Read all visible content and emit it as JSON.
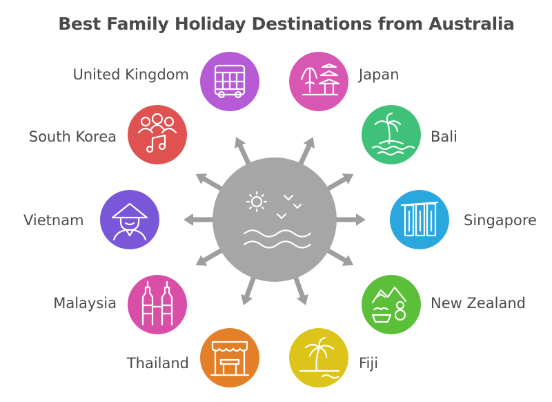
{
  "title": "Best Family Holiday Destinations from Australia",
  "destinations": [
    {
      "label": "United Kingdom",
      "color": "#b65bd6",
      "icon": "double-decker-bus-icon"
    },
    {
      "label": "Japan",
      "color": "#d857b3",
      "icon": "pagoda-tree-icon"
    },
    {
      "label": "South Korea",
      "color": "#e05252",
      "icon": "family-music-icon"
    },
    {
      "label": "Bali",
      "color": "#3fc17a",
      "icon": "palm-island-icon"
    },
    {
      "label": "Vietnam",
      "color": "#7a57d8",
      "icon": "conical-hat-person-icon"
    },
    {
      "label": "Singapore",
      "color": "#2aa7dd",
      "icon": "marina-bay-sands-icon"
    },
    {
      "label": "Malaysia",
      "color": "#d94fa8",
      "icon": "twin-towers-icon"
    },
    {
      "label": "New Zealand",
      "color": "#5cbf3a",
      "icon": "mountains-hobbit-icon"
    },
    {
      "label": "Thailand",
      "color": "#e37f27",
      "icon": "market-stall-icon"
    },
    {
      "label": "Fiji",
      "color": "#dcc41a",
      "icon": "palm-beach-icon"
    }
  ],
  "center": {
    "color": "#a6a6a6",
    "icon": "sun-sea-birds-icon"
  }
}
